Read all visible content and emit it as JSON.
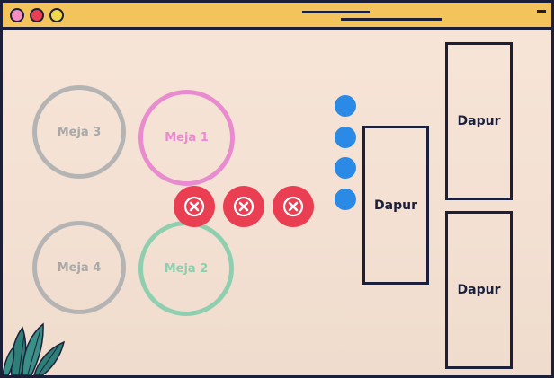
{
  "colors": {
    "titlebar": "#f2c45b",
    "outline": "#1b1f3a",
    "dot_pink": "#f48fc2",
    "dot_red": "#ea3f52",
    "dot_yellow": "#f2d94a",
    "table_gray": "#b4b4b4",
    "table_pink": "#e98bcf",
    "table_green": "#8fcfb0",
    "x_red": "#ea3f52",
    "blue": "#2b8ae5"
  },
  "tables": [
    {
      "label": "Meja 3",
      "color": "#b4b4b4"
    },
    {
      "label": "Meja 1",
      "color": "#e98bcf"
    },
    {
      "label": "Meja 4",
      "color": "#b4b4b4"
    },
    {
      "label": "Meja 2",
      "color": "#8fcfb0"
    }
  ],
  "blocked_markers": [
    "close-icon",
    "close-icon",
    "close-icon"
  ],
  "queue_dots_count": 4,
  "kitchens": [
    {
      "label": "Dapur"
    },
    {
      "label": "Dapur"
    },
    {
      "label": "Dapur"
    }
  ],
  "decor": {
    "plant_icon": "leaf-icon"
  }
}
